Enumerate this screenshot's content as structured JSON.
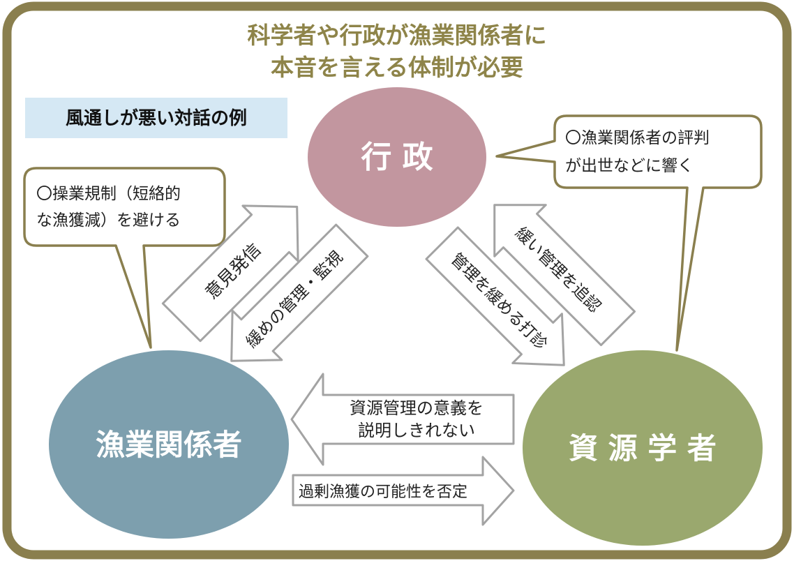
{
  "title": {
    "line1": "科学者や行政が漁業関係者に",
    "line2": "本音を言える体制が必要"
  },
  "example_label": "風通しが悪い対話の例",
  "nodes": {
    "gyosei": "行 政",
    "gyogyo": "漁業関係者",
    "shigen": "資 源 学 者"
  },
  "arrows": {
    "iken_hasshin": "意見発信",
    "yurume_kanri": "緩めの管理・監視",
    "kanri_yurumeru": "管理を緩める打診",
    "yurui_tsuinin": "緩い管理を追認",
    "igi_line1": "資源管理の意義を",
    "igi_line2": "説明しきれない",
    "kajo": "過剰漁獲の可能性を否定"
  },
  "bubbles": {
    "left_line1": "〇操業規制（短絡的",
    "left_line2": "な漁獲減）を避ける",
    "right_line1": "〇漁業関係者の評判",
    "right_line2": "が出世などに響く"
  },
  "colors": {
    "frame": "#8a7f4e",
    "title": "#8e8449",
    "gyosei": "#c2969f",
    "gyogyo": "#7d9fae",
    "shigen": "#9aa86e",
    "example_bg": "#d5e8f4",
    "arrow_stroke": "#a3a3a3"
  }
}
